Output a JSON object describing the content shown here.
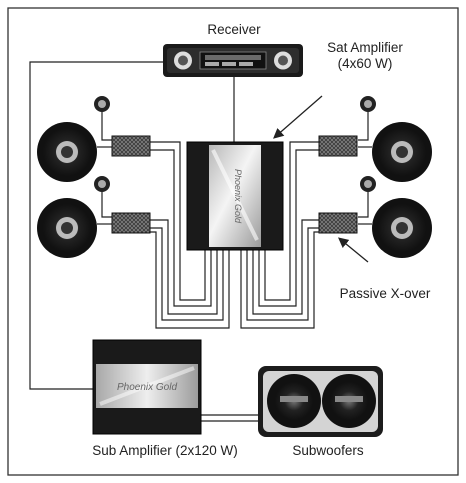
{
  "labels": {
    "receiver": "Receiver",
    "sat_amplifier_line1": "Sat Amplifier",
    "sat_amplifier_line2": "(4x60 W)",
    "passive_xover": "Passive X-over",
    "sub_amplifier": "Sub Amplifier (2x120 W)",
    "subwoofers": "Subwoofers"
  },
  "component_logo": "Phoenix Gold",
  "colors": {
    "background": "#ffffff",
    "frame": "#333333",
    "wire": "#222222",
    "component_dark": "#1a1a1a",
    "subwoofer_box": "#d4d4d4"
  },
  "icons": {
    "speaker": "coaxial-speaker-icon",
    "tweeter": "tweeter-icon",
    "crossover": "passive-crossover-icon",
    "amplifier": "amplifier-icon",
    "receiver": "car-stereo-icon",
    "subwoofer": "subwoofer-icon"
  }
}
